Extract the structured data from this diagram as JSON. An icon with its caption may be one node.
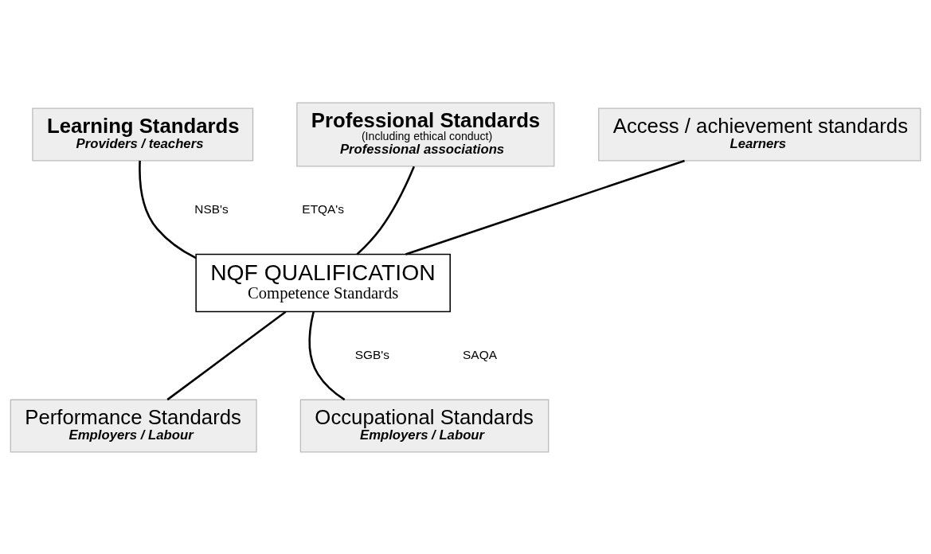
{
  "diagram": {
    "nodes": [
      {
        "text": [
          "Learning Standards",
          "Providers / teachers"
        ]
      },
      {
        "text": [
          "Professional Standards",
          "(Including ethical conduct)",
          "Professional associations"
        ]
      },
      {
        "text": [
          "Access / achievement standards",
          "Learners"
        ]
      },
      {
        "text": [
          "NQF QUALIFICATION",
          "Competence Standards"
        ]
      },
      {
        "text": [
          "Performance Standards",
          "Employers / Labour"
        ]
      },
      {
        "text": [
          "Occupational Standards",
          "Employers / Labour"
        ]
      }
    ],
    "edges": [
      {
        "from": 1,
        "to": 3,
        "arrow": "none"
      },
      {
        "from": 0,
        "to": 3,
        "arrow": "none"
      },
      {
        "from": 2,
        "to": 3,
        "arrow": "none"
      },
      {
        "from": 3,
        "to": 4,
        "arrow": "none"
      },
      {
        "from": 3,
        "to": 5,
        "arrow": "none"
      }
    ],
    "labels": [
      "NSB's",
      "ETQA's",
      "SGB's",
      "SAQA"
    ]
  }
}
